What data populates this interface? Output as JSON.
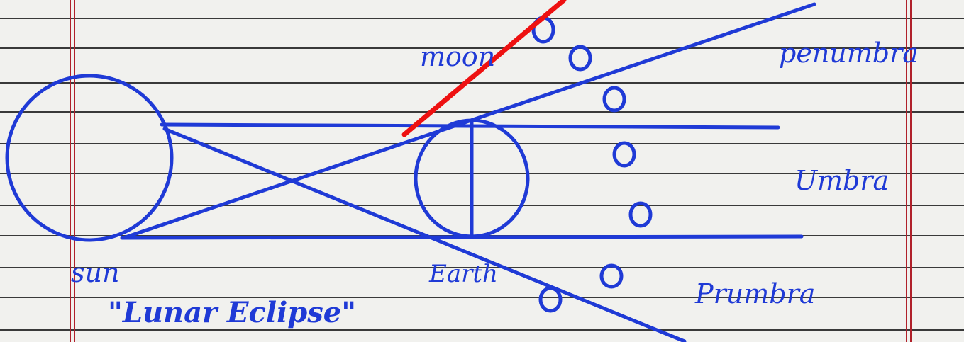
{
  "labels": {
    "moon": "moon",
    "penumbra_top": "penumbra",
    "umbra": "Umbra",
    "penumbra_bottom": "Prumbra",
    "sun": "sun",
    "earth": "Earth",
    "title": "\"Lunar Eclipse\""
  },
  "colors": {
    "ink": "#1f3ad6",
    "paper": "#f1f1ee",
    "rule_line": "#1a1a1a",
    "margin_line": "#b0202a",
    "annotation": "#ee1111"
  }
}
